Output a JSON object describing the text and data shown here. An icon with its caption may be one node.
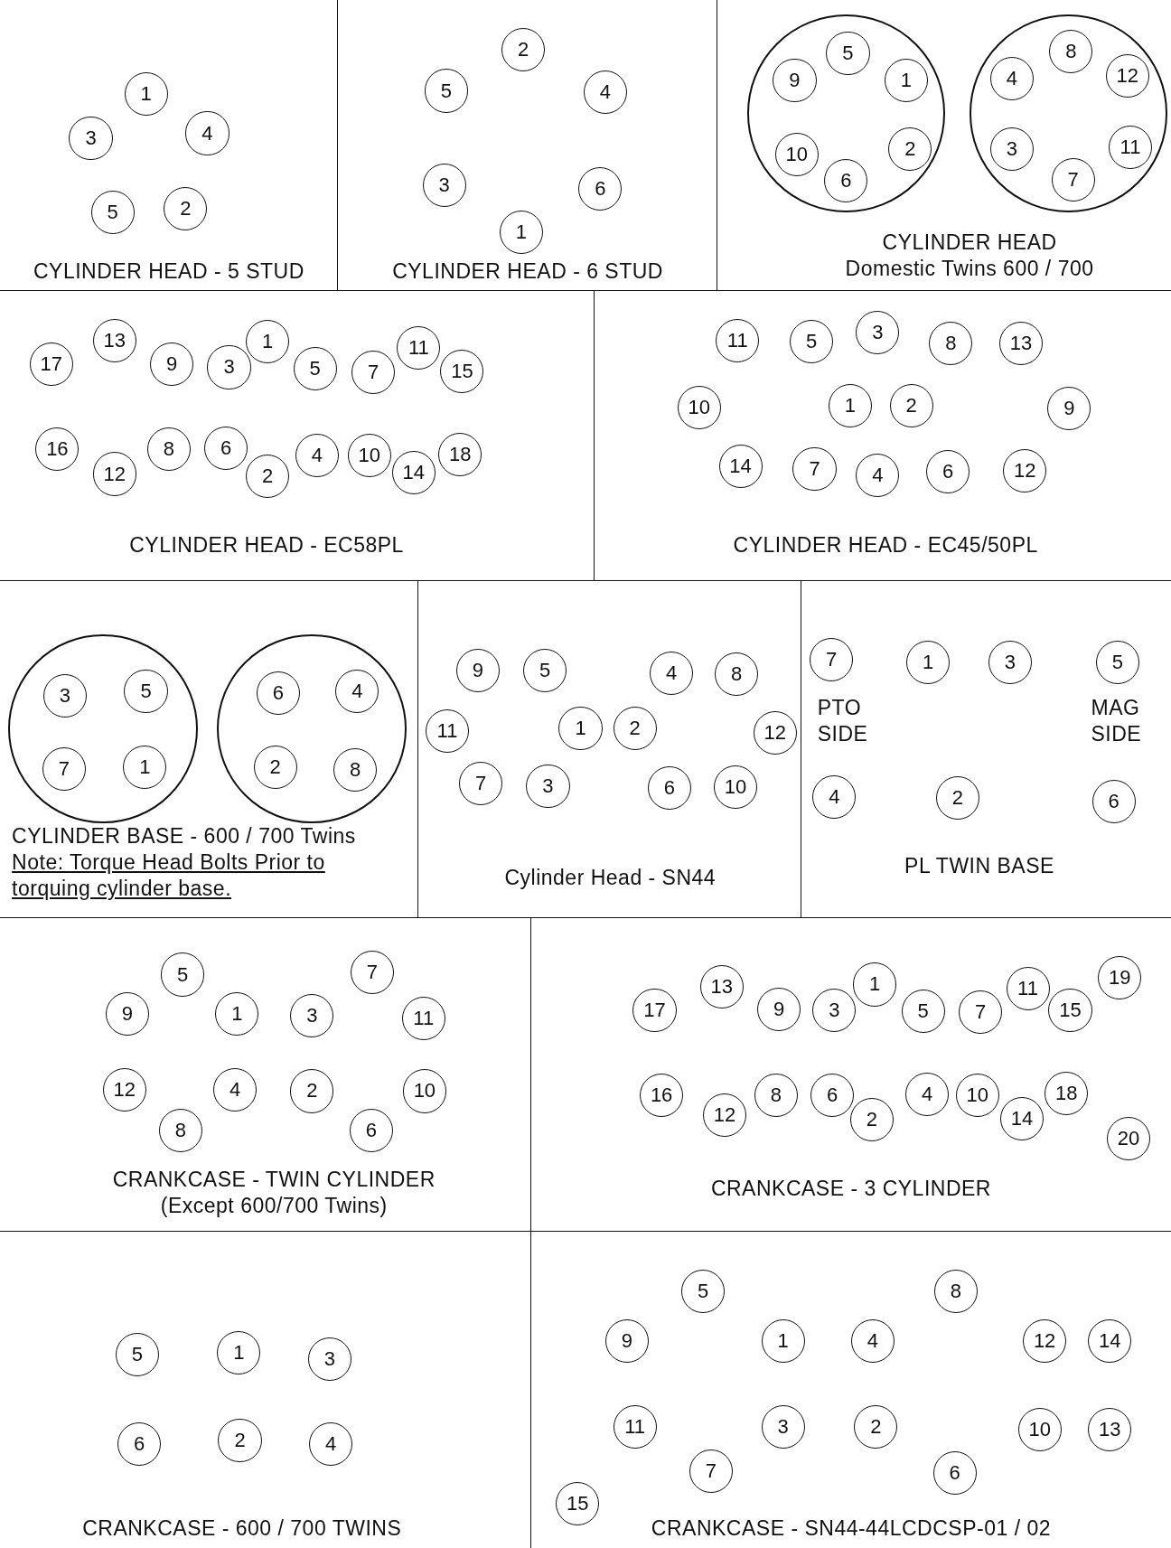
{
  "diagram": {
    "nodes": [
      {
        "text": [
          "CYLINDER HEAD - 5 STUD"
        ]
      },
      {
        "text": [
          "1"
        ],
        "in": 0
      },
      {
        "text": [
          "3"
        ],
        "in": 0
      },
      {
        "text": [
          "4"
        ],
        "in": 0
      },
      {
        "text": [
          "5"
        ],
        "in": 0
      },
      {
        "text": [
          "2"
        ],
        "in": 0
      },
      {
        "text": [
          "CYLINDER HEAD - 6 STUD"
        ]
      },
      {
        "text": [
          "2"
        ],
        "in": 6
      },
      {
        "text": [
          "5"
        ],
        "in": 6
      },
      {
        "text": [
          "4"
        ],
        "in": 6
      },
      {
        "text": [
          "3"
        ],
        "in": 6
      },
      {
        "text": [
          "6"
        ],
        "in": 6
      },
      {
        "text": [
          "1"
        ],
        "in": 6
      },
      {
        "text": [
          "CYLINDER HEAD",
          "Domestic Twins  600 / 700"
        ]
      },
      {
        "text": [],
        "shape": "circle",
        "in": 13
      },
      {
        "text": [
          "5"
        ],
        "in": 14
      },
      {
        "text": [
          "9"
        ],
        "in": 14
      },
      {
        "text": [
          "1"
        ],
        "in": 14
      },
      {
        "text": [
          "10"
        ],
        "in": 14
      },
      {
        "text": [
          "2"
        ],
        "in": 14
      },
      {
        "text": [
          "6"
        ],
        "in": 14
      },
      {
        "text": [],
        "shape": "circle",
        "in": 13
      },
      {
        "text": [
          "8"
        ],
        "in": 21
      },
      {
        "text": [
          "4"
        ],
        "in": 21
      },
      {
        "text": [
          "12"
        ],
        "in": 21
      },
      {
        "text": [
          "3"
        ],
        "in": 21
      },
      {
        "text": [
          "11"
        ],
        "in": 21
      },
      {
        "text": [
          "7"
        ],
        "in": 21
      },
      {
        "text": [
          "CYLINDER HEAD - EC58PL"
        ]
      },
      {
        "text": [
          "17"
        ],
        "in": 28
      },
      {
        "text": [
          "13"
        ],
        "in": 28
      },
      {
        "text": [
          "9"
        ],
        "in": 28
      },
      {
        "text": [
          "3"
        ],
        "in": 28
      },
      {
        "text": [
          "1"
        ],
        "in": 28
      },
      {
        "text": [
          "5"
        ],
        "in": 28
      },
      {
        "text": [
          "7"
        ],
        "in": 28
      },
      {
        "text": [
          "11"
        ],
        "in": 28
      },
      {
        "text": [
          "15"
        ],
        "in": 28
      },
      {
        "text": [
          "16"
        ],
        "in": 28
      },
      {
        "text": [
          "12"
        ],
        "in": 28
      },
      {
        "text": [
          "8"
        ],
        "in": 28
      },
      {
        "text": [
          "6"
        ],
        "in": 28
      },
      {
        "text": [
          "2"
        ],
        "in": 28
      },
      {
        "text": [
          "4"
        ],
        "in": 28
      },
      {
        "text": [
          "10"
        ],
        "in": 28
      },
      {
        "text": [
          "14"
        ],
        "in": 28
      },
      {
        "text": [
          "18"
        ],
        "in": 28
      },
      {
        "text": [
          "CYLINDER HEAD - EC45/50PL"
        ]
      },
      {
        "text": [
          "11"
        ],
        "in": 47
      },
      {
        "text": [
          "5"
        ],
        "in": 47
      },
      {
        "text": [
          "3"
        ],
        "in": 47
      },
      {
        "text": [
          "8"
        ],
        "in": 47
      },
      {
        "text": [
          "13"
        ],
        "in": 47
      },
      {
        "text": [
          "10"
        ],
        "in": 47
      },
      {
        "text": [
          "1"
        ],
        "in": 47
      },
      {
        "text": [
          "2"
        ],
        "in": 47
      },
      {
        "text": [
          "9"
        ],
        "in": 47
      },
      {
        "text": [
          "14"
        ],
        "in": 47
      },
      {
        "text": [
          "7"
        ],
        "in": 47
      },
      {
        "text": [
          "4"
        ],
        "in": 47
      },
      {
        "text": [
          "6"
        ],
        "in": 47
      },
      {
        "text": [
          "12"
        ],
        "in": 47
      },
      {
        "text": [
          "CYLINDER BASE - 600 / 700 Twins",
          "Note: Torque Head Bolts Prior to torquing cylinder base."
        ]
      },
      {
        "text": [],
        "shape": "circle",
        "in": 62
      },
      {
        "text": [
          "3"
        ],
        "in": 63
      },
      {
        "text": [
          "5"
        ],
        "in": 63
      },
      {
        "text": [
          "7"
        ],
        "in": 63
      },
      {
        "text": [
          "1"
        ],
        "in": 63
      },
      {
        "text": [],
        "shape": "circle",
        "in": 62
      },
      {
        "text": [
          "6"
        ],
        "in": 68
      },
      {
        "text": [
          "4"
        ],
        "in": 68
      },
      {
        "text": [
          "2"
        ],
        "in": 68
      },
      {
        "text": [
          "8"
        ],
        "in": 68
      },
      {
        "text": [
          "Cylinder Head - SN44"
        ]
      },
      {
        "text": [
          "9"
        ],
        "in": 73
      },
      {
        "text": [
          "5"
        ],
        "in": 73
      },
      {
        "text": [
          "4"
        ],
        "in": 73
      },
      {
        "text": [
          "8"
        ],
        "in": 73
      },
      {
        "text": [
          "11"
        ],
        "in": 73
      },
      {
        "text": [
          "1"
        ],
        "in": 73
      },
      {
        "text": [
          "2"
        ],
        "in": 73
      },
      {
        "text": [
          "12"
        ],
        "in": 73
      },
      {
        "text": [
          "7"
        ],
        "in": 73
      },
      {
        "text": [
          "3"
        ],
        "in": 73
      },
      {
        "text": [
          "6"
        ],
        "in": 73
      },
      {
        "text": [
          "10"
        ],
        "in": 73
      },
      {
        "text": [
          "PL TWIN BASE"
        ]
      },
      {
        "text": [
          "7"
        ],
        "in": 86
      },
      {
        "text": [
          "1"
        ],
        "in": 86
      },
      {
        "text": [
          "3"
        ],
        "in": 86
      },
      {
        "text": [
          "5"
        ],
        "in": 86
      },
      {
        "text": [
          "4"
        ],
        "in": 86
      },
      {
        "text": [
          "2"
        ],
        "in": 86
      },
      {
        "text": [
          "6"
        ],
        "in": 86
      },
      {
        "text": [
          "CRANKCASE - TWIN CYLINDER",
          "(Except 600/700 Twins)"
        ]
      },
      {
        "text": [
          "5"
        ],
        "in": 94
      },
      {
        "text": [
          "7"
        ],
        "in": 94
      },
      {
        "text": [
          "9"
        ],
        "in": 94
      },
      {
        "text": [
          "1"
        ],
        "in": 94
      },
      {
        "text": [
          "3"
        ],
        "in": 94
      },
      {
        "text": [
          "11"
        ],
        "in": 94
      },
      {
        "text": [
          "12"
        ],
        "in": 94
      },
      {
        "text": [
          "4"
        ],
        "in": 94
      },
      {
        "text": [
          "2"
        ],
        "in": 94
      },
      {
        "text": [
          "10"
        ],
        "in": 94
      },
      {
        "text": [
          "8"
        ],
        "in": 94
      },
      {
        "text": [
          "6"
        ],
        "in": 94
      },
      {
        "text": [
          "CRANKCASE - 3 CYLINDER"
        ]
      },
      {
        "text": [
          "17"
        ],
        "in": 107
      },
      {
        "text": [
          "13"
        ],
        "in": 107
      },
      {
        "text": [
          "9"
        ],
        "in": 107
      },
      {
        "text": [
          "3"
        ],
        "in": 107
      },
      {
        "text": [
          "1"
        ],
        "in": 107
      },
      {
        "text": [
          "5"
        ],
        "in": 107
      },
      {
        "text": [
          "7"
        ],
        "in": 107
      },
      {
        "text": [
          "11"
        ],
        "in": 107
      },
      {
        "text": [
          "15"
        ],
        "in": 107
      },
      {
        "text": [
          "19"
        ],
        "in": 107
      },
      {
        "text": [
          "16"
        ],
        "in": 107
      },
      {
        "text": [
          "12"
        ],
        "in": 107
      },
      {
        "text": [
          "8"
        ],
        "in": 107
      },
      {
        "text": [
          "6"
        ],
        "in": 107
      },
      {
        "text": [
          "2"
        ],
        "in": 107
      },
      {
        "text": [
          "4"
        ],
        "in": 107
      },
      {
        "text": [
          "10"
        ],
        "in": 107
      },
      {
        "text": [
          "14"
        ],
        "in": 107
      },
      {
        "text": [
          "18"
        ],
        "in": 107
      },
      {
        "text": [
          "20"
        ],
        "in": 107
      },
      {
        "text": [
          "CRANKCASE - 600 / 700 TWINS"
        ]
      },
      {
        "text": [
          "5"
        ],
        "in": 128
      },
      {
        "text": [
          "1"
        ],
        "in": 128
      },
      {
        "text": [
          "3"
        ],
        "in": 128
      },
      {
        "text": [
          "6"
        ],
        "in": 128
      },
      {
        "text": [
          "2"
        ],
        "in": 128
      },
      {
        "text": [
          "4"
        ],
        "in": 128
      },
      {
        "text": [
          "CRANKCASE - SN44-44LCDCSP-01 / 02"
        ]
      },
      {
        "text": [
          "5"
        ],
        "in": 135
      },
      {
        "text": [
          "8"
        ],
        "in": 135
      },
      {
        "text": [
          "9"
        ],
        "in": 135
      },
      {
        "text": [
          "1"
        ],
        "in": 135
      },
      {
        "text": [
          "4"
        ],
        "in": 135
      },
      {
        "text": [
          "12"
        ],
        "in": 135
      },
      {
        "text": [
          "14"
        ],
        "in": 135
      },
      {
        "text": [
          "11"
        ],
        "in": 135
      },
      {
        "text": [
          "3"
        ],
        "in": 135
      },
      {
        "text": [
          "2"
        ],
        "in": 135
      },
      {
        "text": [
          "10"
        ],
        "in": 135
      },
      {
        "text": [
          "13"
        ],
        "in": 135
      },
      {
        "text": [
          "7"
        ],
        "in": 135
      },
      {
        "text": [
          "6"
        ],
        "in": 135
      },
      {
        "text": [
          "15"
        ],
        "in": 135
      }
    ],
    "labels": [
      "PTO SIDE",
      "MAG SIDE"
    ]
  }
}
